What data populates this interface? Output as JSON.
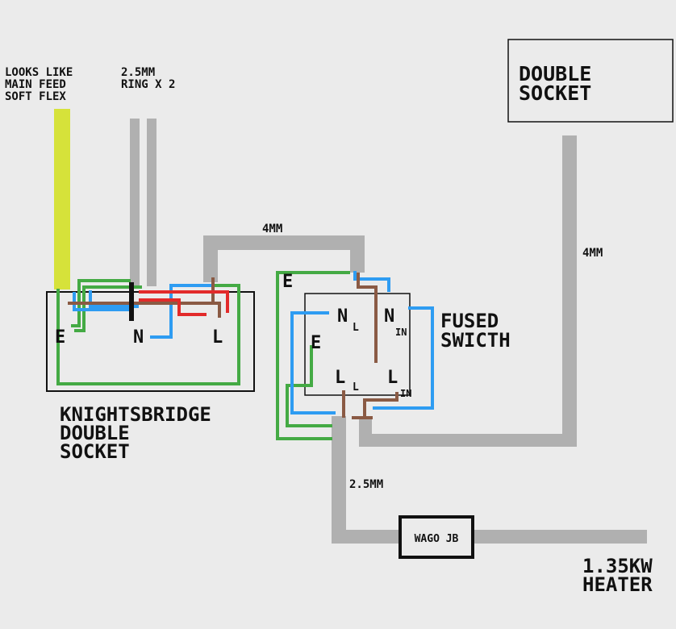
{
  "labels": {
    "main_feed": [
      "LOOKS LIKE",
      "MAIN FEED",
      "SOFT FLEX"
    ],
    "ring": [
      "2.5MM",
      "RING X 2"
    ],
    "double_socket_top": [
      "DOUBLE",
      "SOCKET"
    ],
    "link_4mm_top": "4MM",
    "link_4mm_right": "4MM",
    "spur_2_5mm": "2.5MM",
    "fused_switch": [
      "FUSED",
      "SWICTH"
    ],
    "knightsbridge": [
      "KNIGHTSBRIDGE",
      "DOUBLE",
      "SOCKET"
    ],
    "wago": "WAGO JB",
    "heater": [
      "1.35KW",
      "HEATER"
    ],
    "terminal_e": "E",
    "terminal_n": "N",
    "terminal_l": "L",
    "sub_l": "L",
    "sub_in": "IN"
  },
  "colors": {
    "background": "#ebebeb",
    "cable_grey": "#b0b0b0",
    "flex_yellow": "#d6e23a",
    "earth_green": "#44aa44",
    "neutral_blue": "#2e9cf2",
    "live_brown": "#8a5a44",
    "live_red": "#e22a2a",
    "outline": "#111111"
  }
}
